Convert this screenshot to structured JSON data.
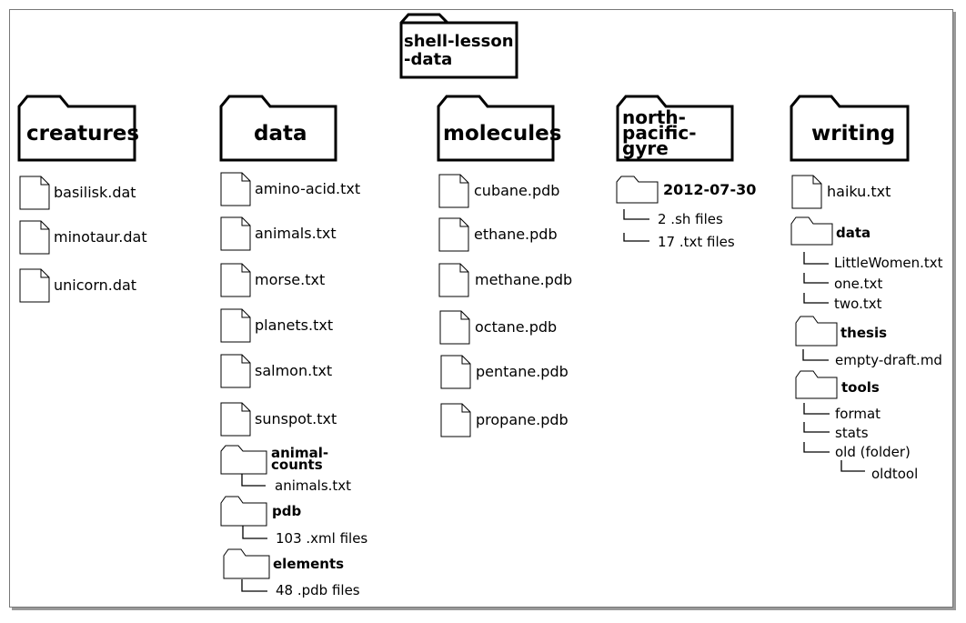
{
  "root": {
    "label": "shell-lesson\n-data",
    "icon": "folder-icon"
  },
  "folders": {
    "creatures": {
      "label": "creatures",
      "files": [
        "basilisk.dat",
        "minotaur.dat",
        "unicorn.dat"
      ]
    },
    "data": {
      "label": "data",
      "files": [
        "amino-acid.txt",
        "animals.txt",
        "morse.txt",
        "planets.txt",
        "salmon.txt",
        "sunspot.txt"
      ],
      "subfolders": [
        {
          "label": "animal-\ncounts",
          "children": [
            "animals.txt"
          ]
        },
        {
          "label": "pdb",
          "children": [
            "103 .xml files"
          ]
        },
        {
          "label": "elements",
          "children": [
            "48 .pdb files"
          ]
        }
      ]
    },
    "molecules": {
      "label": "molecules",
      "files": [
        "cubane.pdb",
        "ethane.pdb",
        "methane.pdb",
        "octane.pdb",
        "pentane.pdb",
        "propane.pdb"
      ]
    },
    "north_pacific_gyre": {
      "label": "north-\npacific-\ngyre",
      "subfolders": [
        {
          "label": "2012-07-30",
          "children": [
            "2 .sh files",
            "17 .txt files"
          ]
        }
      ]
    },
    "writing": {
      "label": "writing",
      "files": [
        "haiku.txt"
      ],
      "subfolders": [
        {
          "label": "data",
          "children": [
            "LittleWomen.txt",
            "one.txt",
            "two.txt"
          ]
        },
        {
          "label": "thesis",
          "children": [
            "empty-draft.md"
          ]
        },
        {
          "label": "tools",
          "children": [
            "format",
            "stats",
            "old (folder)"
          ],
          "nested": {
            "parent": "old (folder)",
            "children": [
              "oldtool"
            ]
          }
        }
      ]
    }
  },
  "colors": {
    "line": "#000000",
    "background": "#ffffff",
    "frame": "#777777"
  }
}
